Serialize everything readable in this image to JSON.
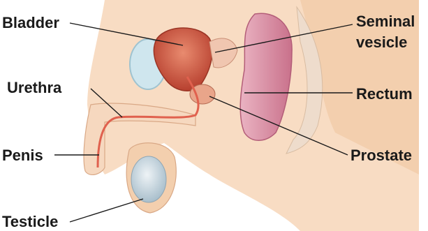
{
  "diagram": {
    "labels": {
      "bladder": "Bladder",
      "seminal_vesicle_line1": "Seminal",
      "seminal_vesicle_line2": "vesicle",
      "urethra": "Urethra",
      "rectum": "Rectum",
      "penis": "Penis",
      "prostate": "Prostate",
      "testicle": "Testicle"
    },
    "colors": {
      "skin_light": "#fbe6d4",
      "skin_mid": "#f3cfae",
      "skin_shadow": "#e7b58f",
      "bladder": "#d9674f",
      "bladder_dark": "#b7402f",
      "rectum": "#d98aa1",
      "rectum_light": "#eab3c2",
      "bone": "#f2f0ee",
      "seminal_vesicle": "#c7e4ec",
      "testicle": "#c6d6e0",
      "urethra": "#e0614e",
      "pelvic_tissue": "#f7ddc6",
      "label_text": "#1a1a1a"
    }
  }
}
